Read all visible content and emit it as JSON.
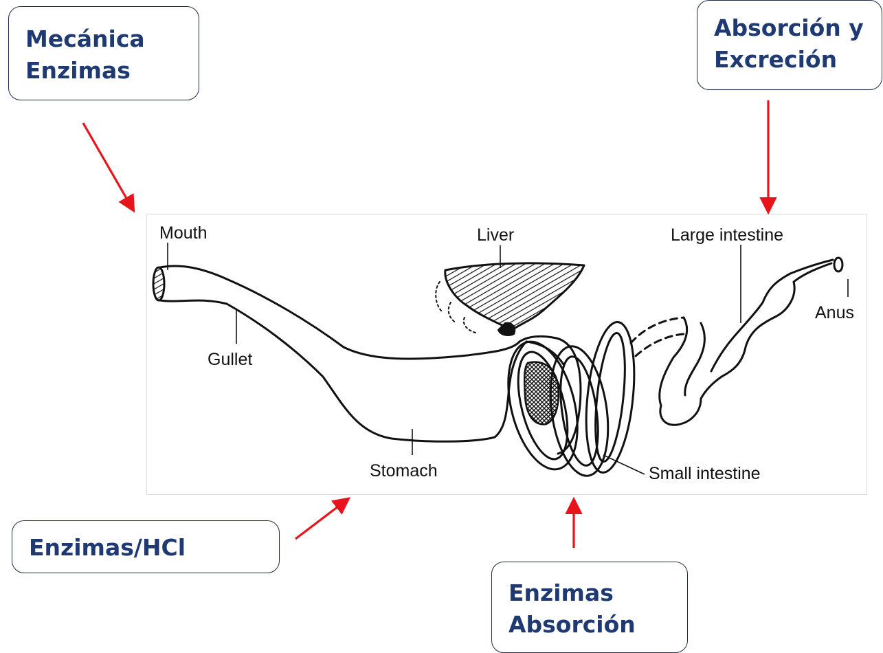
{
  "callouts": {
    "mecanica_enzimas": [
      "Mecánica",
      "Enzimas"
    ],
    "absorcion_excrecion": [
      "Absorción y",
      "Excreción"
    ],
    "enzimas_hcl": [
      "Enzimas/HCl"
    ],
    "enzimas_absorcion": [
      "Enzimas",
      "Absorción"
    ]
  },
  "organs": {
    "mouth": "Mouth",
    "gullet": "Gullet",
    "liver": "Liver",
    "stomach": "Stomach",
    "small_intestine": "Small intestine",
    "large_intestine": "Large intestine",
    "anus": "Anus"
  },
  "colors": {
    "callout_text": "#1f3a73",
    "callout_border": "#1f2a44",
    "arrow": "#e8141c",
    "ink": "#111111"
  }
}
